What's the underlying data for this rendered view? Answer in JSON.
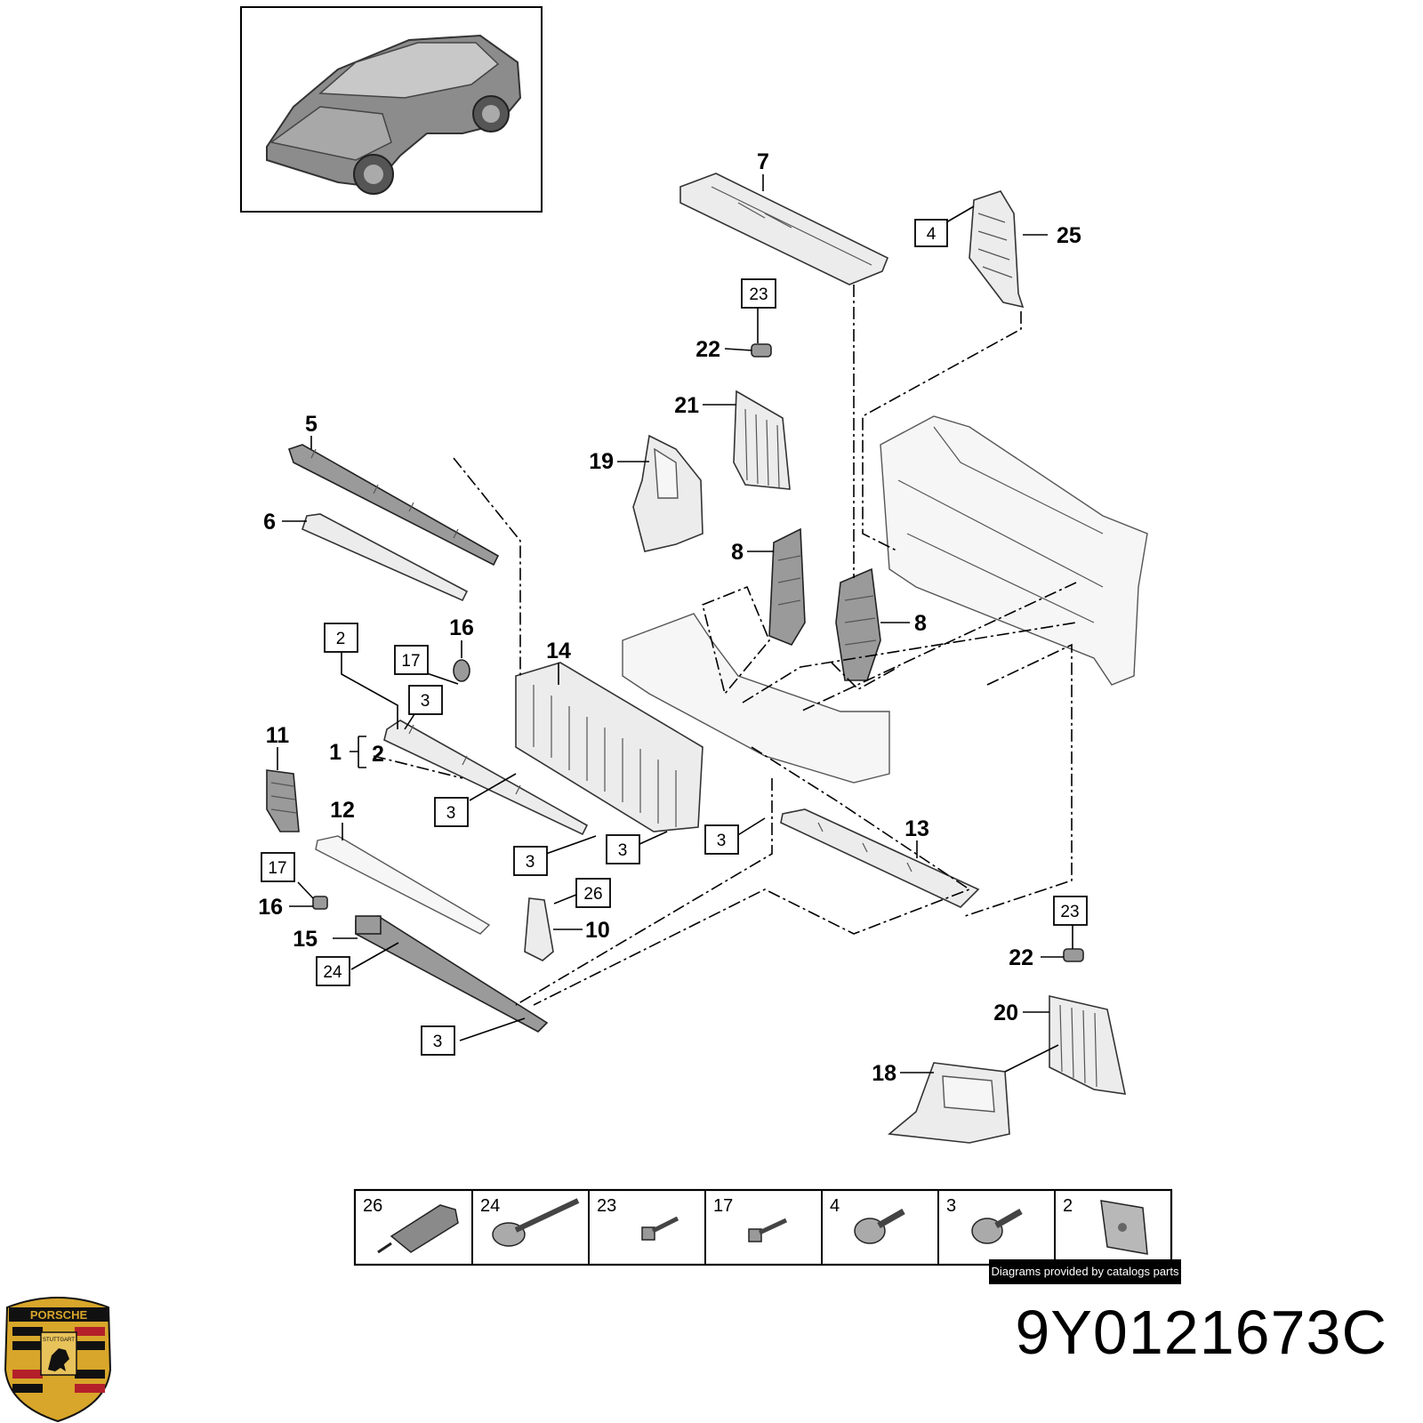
{
  "callouts": {
    "c1": "1",
    "c2": "2",
    "c5": "5",
    "c6": "6",
    "c7": "7",
    "c8a": "8",
    "c8b": "8",
    "c10": "10",
    "c11": "11",
    "c12": "12",
    "c13": "13",
    "c14": "14",
    "c15": "15",
    "c16a": "16",
    "c16b": "16",
    "c18": "18",
    "c19": "19",
    "c20": "20",
    "c21": "21",
    "c22a": "22",
    "c22b": "22",
    "c25": "25"
  },
  "boxed_refs": {
    "b2": "2",
    "b3a": "3",
    "b3b": "3",
    "b3c": "3",
    "b3d": "3",
    "b3e": "3",
    "b3f": "3",
    "b4": "4",
    "b17a": "17",
    "b17b": "17",
    "b23a": "23",
    "b23b": "23",
    "b24": "24",
    "b26": "26"
  },
  "fastener_table": [
    {
      "num": "26",
      "icon": "connector-icon"
    },
    {
      "num": "24",
      "icon": "long-bolt-icon"
    },
    {
      "num": "23",
      "icon": "bolt-icon"
    },
    {
      "num": "17",
      "icon": "bolt-icon"
    },
    {
      "num": "4",
      "icon": "flange-screw-icon"
    },
    {
      "num": "3",
      "icon": "flange-screw-icon"
    },
    {
      "num": "2",
      "icon": "clip-nut-icon"
    }
  ],
  "credit": "Diagrams provided by catalogs parts",
  "part_number": "9Y0121673C",
  "brand": {
    "logo_text": "PORSCHE",
    "logo_subtext": "STUTTGART",
    "colors": {
      "gold": "#d8a62a",
      "red": "#b3202a",
      "black": "#111111"
    }
  }
}
